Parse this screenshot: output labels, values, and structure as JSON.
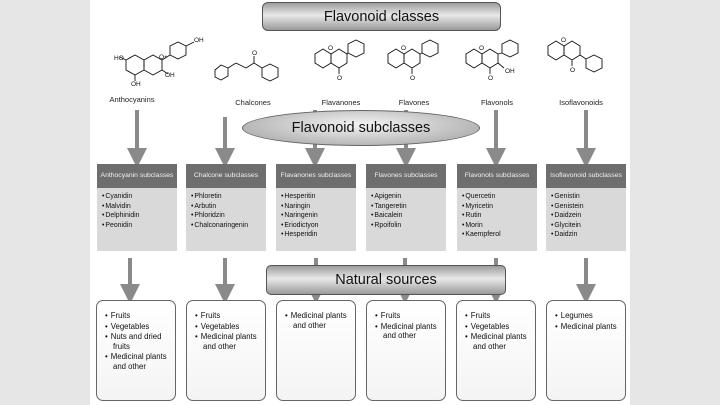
{
  "title": "Flavonoid classes",
  "subclasses_title": "Flavonoid subclasses",
  "sources_title": "Natural sources",
  "classes": [
    {
      "name": "Anthocyanins",
      "subclass_header": "Anthocyanin subclasses",
      "compounds": [
        "Cyanidin",
        "Malvidin",
        "Delphinidin",
        "Peonidin"
      ],
      "sources": [
        "Fruits",
        "Vegetables",
        "Nuts and dried fruits",
        "Medicinal plants and other"
      ]
    },
    {
      "name": "Chalcones",
      "subclass_header": "Chalcone subclasses",
      "compounds": [
        "Phloretin",
        "Arbutin",
        "Phloridzin",
        "Chalconaringenin"
      ],
      "sources": [
        "Fruits",
        "Vegetables",
        "Medicinal plants and other"
      ]
    },
    {
      "name": "Flavanones",
      "subclass_header": "Flavanones subclasses",
      "compounds": [
        "Hesperitin",
        "Naringin",
        "Naringenin",
        "Eriodictyon",
        "Hesperidin"
      ],
      "sources": [
        "Medicinal plants and other"
      ]
    },
    {
      "name": "Flavones",
      "subclass_header": "Flavones subclasses",
      "compounds": [
        "Apigenin",
        "Tangeretin",
        "Baicalein",
        "Rpoifolin"
      ],
      "sources": [
        "Fruits",
        "Medicinal plants and other"
      ]
    },
    {
      "name": "Flavonols",
      "subclass_header": "Flavonols subclasses",
      "compounds": [
        "Quercetin",
        "Myricetin",
        "Rutin",
        "Morin",
        "Kaempferol"
      ],
      "sources": [
        "Fruits",
        "Vegetables",
        "Medicinal plants and other"
      ]
    },
    {
      "name": "Isoflavonoids",
      "subclass_header": "Isoflavonoid subclasses",
      "compounds": [
        "Genistin",
        "Genistein",
        "Daidzein",
        "Glycitein",
        "Daidzin"
      ],
      "sources": [
        "Legumes",
        "Medicinal plants"
      ]
    }
  ],
  "structure_atoms": {
    "oh": "OH",
    "ho": "HO",
    "o": "O",
    "oplus": "O+"
  },
  "colors": {
    "column_header": "#6e6e6e",
    "column_body": "#d9d9d9",
    "arrow": "#8a8a8a"
  }
}
